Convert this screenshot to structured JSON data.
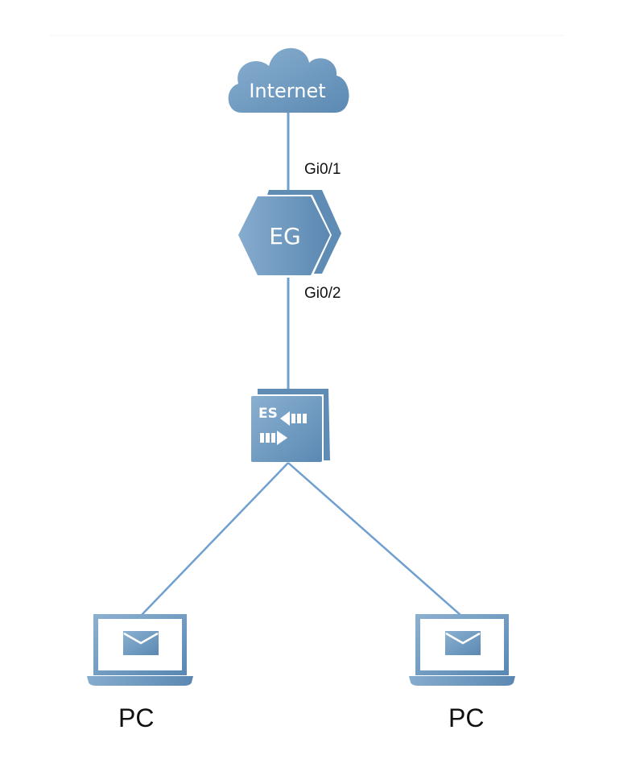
{
  "diagram": {
    "type": "network-topology",
    "nodes": [
      {
        "id": "internet",
        "kind": "cloud",
        "label": "Internet"
      },
      {
        "id": "eg",
        "kind": "gateway",
        "label": "EG"
      },
      {
        "id": "es",
        "kind": "switch",
        "label": "ES"
      },
      {
        "id": "pc1",
        "kind": "laptop",
        "label": "PC"
      },
      {
        "id": "pc2",
        "kind": "laptop",
        "label": "PC"
      }
    ],
    "links": [
      {
        "from": "internet",
        "to": "eg",
        "port": "Gi0/1"
      },
      {
        "from": "eg",
        "to": "es",
        "port": "Gi0/2"
      },
      {
        "from": "es",
        "to": "pc1",
        "port": ""
      },
      {
        "from": "es",
        "to": "pc2",
        "port": ""
      }
    ],
    "ports": {
      "gi01": "Gi0/1",
      "gi02": "Gi0/2"
    },
    "colors": {
      "device": "#6b98bf",
      "device_dark": "#5583ab",
      "link": "#6fa0d0",
      "text": "#111111"
    }
  }
}
